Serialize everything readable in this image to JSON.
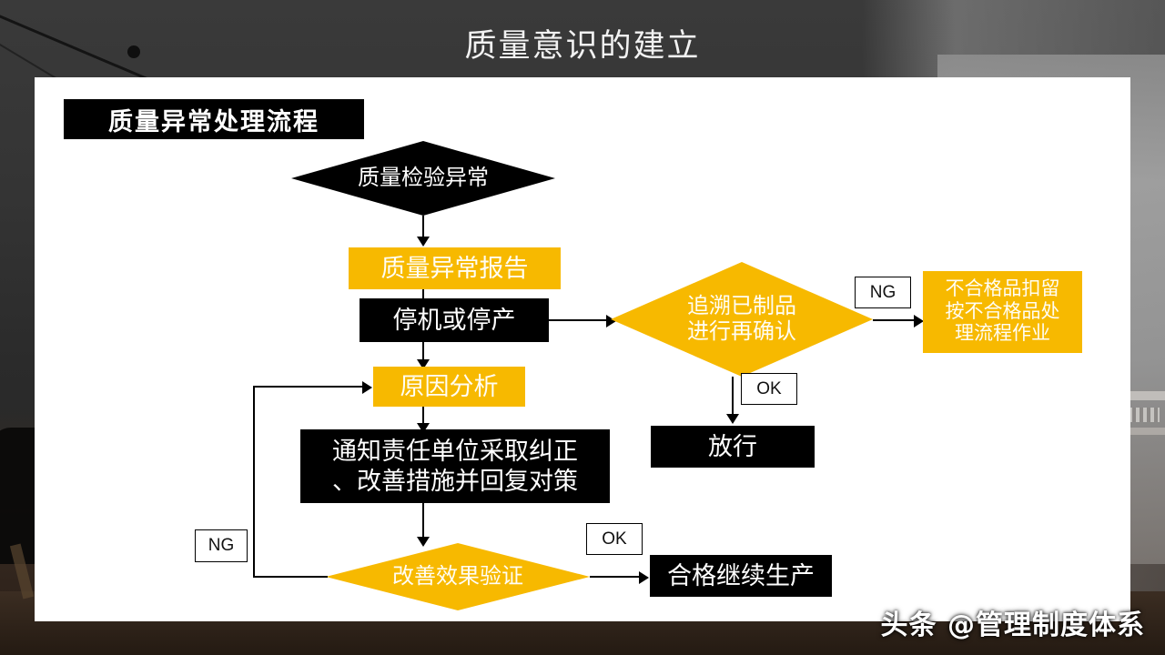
{
  "slide": {
    "title": "质量意识的建立",
    "watermark": "头条 @管理制度体系"
  },
  "flow": {
    "header": "质量异常处理流程",
    "nodes": {
      "start": "质量检验异常",
      "report": "质量异常报告",
      "stop": "停机或停产",
      "trace_l1": "追溯已制品",
      "trace_l2": "进行再确认",
      "hold_l1": "不合格品扣留",
      "hold_l2": "按不合格品处",
      "hold_l3": "理流程作业",
      "release": "放行",
      "cause": "原因分析",
      "notify_l1": "通知责任单位采取纠正",
      "notify_l2": "、改善措施并回复对策",
      "verify": "改善效果验证",
      "pass": "合格继续生产"
    },
    "tags": {
      "trace_ng": "NG",
      "trace_ok": "OK",
      "verify_ok": "OK",
      "verify_ng": "NG"
    },
    "colors": {
      "accent": "#f7b900",
      "dark": "#000000",
      "panel": "#ffffff"
    }
  }
}
